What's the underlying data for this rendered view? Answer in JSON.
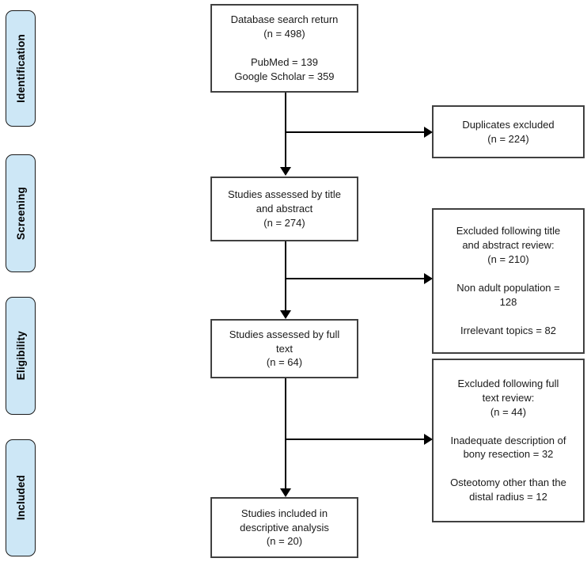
{
  "colors": {
    "stage_fill": "#cde7f6",
    "stage_border": "#1a1a1a",
    "box_border": "#404040",
    "arrow": "#000000",
    "text": "#1a1a1a"
  },
  "stages": [
    {
      "label": "Identification"
    },
    {
      "label": "Screening"
    },
    {
      "label": "Eligibility"
    },
    {
      "label": "Included"
    }
  ],
  "flow": {
    "main": [
      {
        "text": "Database search return\n(n = 498)\n\nPubMed = 139\nGoogle Scholar = 359"
      },
      {
        "text": "Studies assessed by title\nand abstract\n(n = 274)"
      },
      {
        "text": "Studies assessed by full\ntext\n(n = 64)"
      },
      {
        "text": "Studies included in\ndescriptive analysis\n(n = 20)"
      }
    ],
    "side": [
      {
        "text": "Duplicates excluded\n(n = 224)"
      },
      {
        "text": "Excluded following title\nand abstract review:\n(n = 210)\n\nNon adult population =\n128\n\nIrrelevant topics = 82"
      },
      {
        "text": "Excluded following full\ntext review:\n(n = 44)\n\nInadequate description of\nbony resection = 32\n\nOsteotomy other than the\ndistal radius = 12"
      }
    ]
  }
}
